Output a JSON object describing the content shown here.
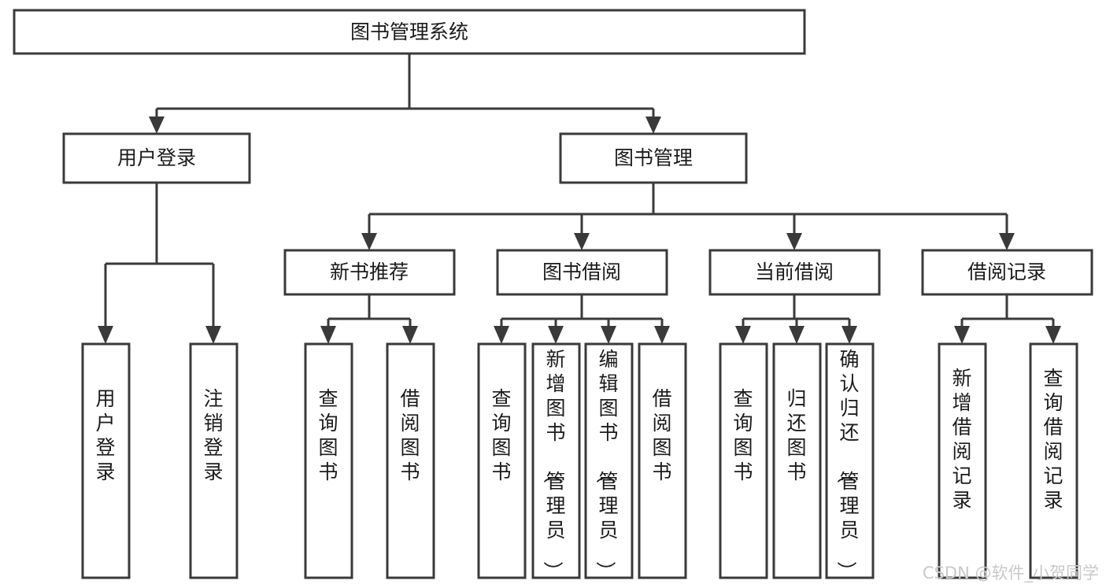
{
  "diagram": {
    "title": "图书管理系统",
    "type": "hierarchy-tree",
    "root": {
      "id": "root",
      "label": "图书管理系统"
    },
    "level2": [
      {
        "id": "user-login",
        "label": "用户登录"
      },
      {
        "id": "book-manage",
        "label": "图书管理"
      }
    ],
    "level3": [
      {
        "id": "new-book-rec",
        "label": "新书推荐",
        "parent": "book-manage"
      },
      {
        "id": "book-borrow",
        "label": "图书借阅",
        "parent": "book-manage"
      },
      {
        "id": "current-borrow",
        "label": "当前借阅",
        "parent": "book-manage"
      },
      {
        "id": "borrow-record",
        "label": "借阅记录",
        "parent": "book-manage"
      }
    ],
    "leaves": {
      "user-login": [
        {
          "id": "leaf-user-login",
          "label": "用户登录"
        },
        {
          "id": "leaf-logout-login",
          "label": "注销登录"
        }
      ],
      "new-book-rec": [
        {
          "id": "leaf-query-book-1",
          "label": "查询图书"
        },
        {
          "id": "leaf-borrow-book-1",
          "label": "借阅图书"
        }
      ],
      "book-borrow": [
        {
          "id": "leaf-query-book-2",
          "label": "查询图书"
        },
        {
          "id": "leaf-add-book",
          "label": "新增图书（管理员）"
        },
        {
          "id": "leaf-edit-book",
          "label": "编辑图书（管理员）"
        },
        {
          "id": "leaf-borrow-book-2",
          "label": "借阅图书"
        }
      ],
      "current-borrow": [
        {
          "id": "leaf-query-book-3",
          "label": "查询图书"
        },
        {
          "id": "leaf-return-book",
          "label": "归还图书"
        },
        {
          "id": "leaf-confirm-return",
          "label": "确认归还（管理员）"
        }
      ],
      "borrow-record": [
        {
          "id": "leaf-add-record",
          "label": "新增借阅记录"
        },
        {
          "id": "leaf-query-record",
          "label": "查询借阅记录"
        }
      ]
    },
    "watermark": "CSDN @软件_小贺同学",
    "colors": {
      "stroke": "#3a3a3a",
      "fill": "#ffffff",
      "text": "#1b1b1b",
      "watermark": "#c9c9c9",
      "background": "#ffffff"
    }
  }
}
